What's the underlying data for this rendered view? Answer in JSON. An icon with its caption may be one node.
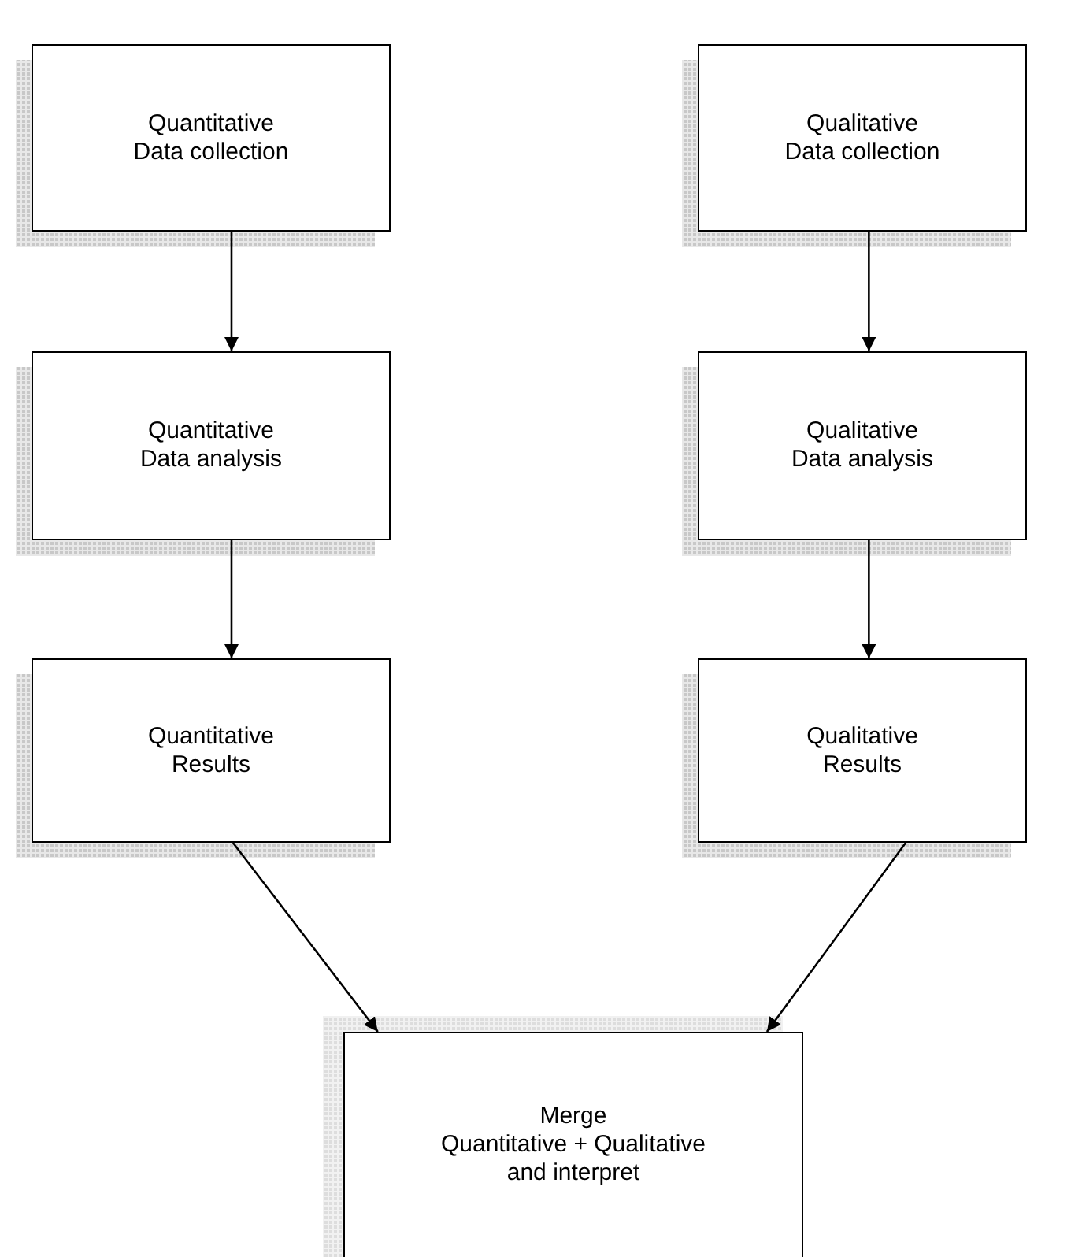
{
  "diagram": {
    "nodes": [
      {
        "text": [
          "Quantitative Data collection"
        ]
      },
      {
        "text": [
          "Qualitative Data collection"
        ]
      },
      {
        "text": [
          "Quantitative Data analysis"
        ]
      },
      {
        "text": [
          "Qualitative Data analysis"
        ]
      },
      {
        "text": [
          "Quantitative Results"
        ]
      },
      {
        "text": [
          "Qualitative Results"
        ]
      },
      {
        "text": [
          "Merge Quantitative + Qualitative and interpret"
        ]
      }
    ],
    "edges": [
      {
        "from": 0,
        "to": 2,
        "arrow": "to"
      },
      {
        "from": 1,
        "to": 3,
        "arrow": "to"
      },
      {
        "from": 2,
        "to": 4,
        "arrow": "to"
      },
      {
        "from": 3,
        "to": 5,
        "arrow": "to"
      },
      {
        "from": 4,
        "to": 6,
        "arrow": "to"
      },
      {
        "from": 5,
        "to": 6,
        "arrow": "to"
      }
    ]
  }
}
